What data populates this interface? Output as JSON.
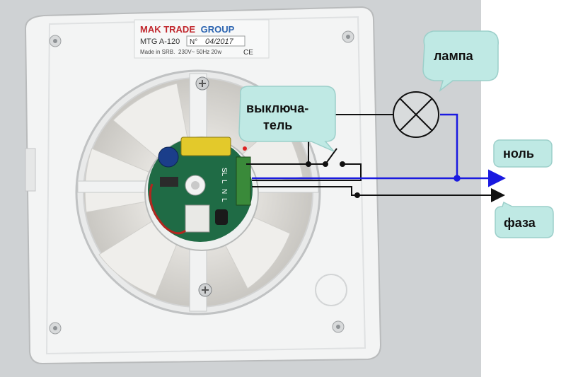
{
  "product_label": {
    "brand_part1": "MAK TRADE",
    "brand_part2": "GROUP",
    "model": "MTG A-120",
    "number_prefix": "N°",
    "number_handwritten": "04/2017",
    "made_in": "Made in SRB.",
    "specs": "230V~ 50Hz 20w",
    "ce_mark": "CE"
  },
  "board_terminals": [
    "SL",
    "L",
    "N",
    "L"
  ],
  "callouts": {
    "lamp": "лампа",
    "switch": "выключа-\nтель",
    "neutral": "ноль",
    "phase": "фаза"
  },
  "colors": {
    "callout_fill": "#bfe9e4",
    "neutral_wire": "#1a1ae0",
    "phase_wire": "#111111",
    "board": "#1f6b45",
    "housing": "#f3f4f4",
    "brand_red": "#c1272d",
    "brand_blue": "#2a63b0"
  }
}
